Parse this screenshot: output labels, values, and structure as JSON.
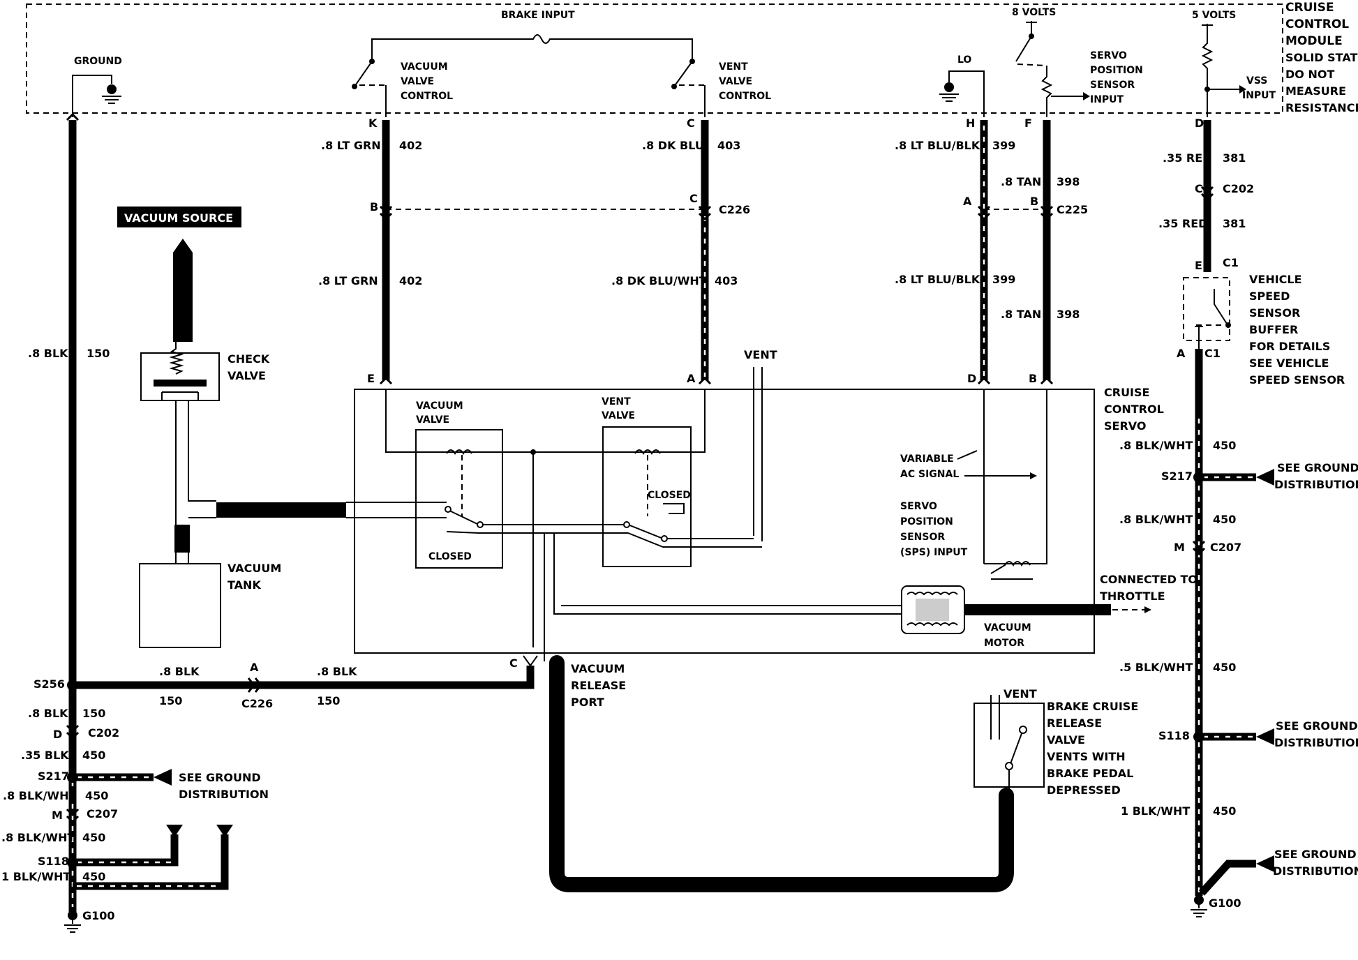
{
  "module": {
    "title_lines": [
      "CRUISE",
      "CONTROL",
      "MODULE"
    ],
    "note_lines": [
      "SOLID STATE",
      "DO NOT",
      "MEASURE",
      "RESISTANCE"
    ],
    "brake_input": "BRAKE INPUT",
    "ground": "GROUND",
    "vacuum_valve_control": [
      "VACUUM",
      "VALVE",
      "CONTROL"
    ],
    "vent_valve_control": [
      "VENT",
      "VALVE",
      "CONTROL"
    ],
    "lo": "LO",
    "eight_volts": "8 VOLTS",
    "servo_position_sensor_input": [
      "SERVO",
      "POSITION",
      "SENSOR",
      "INPUT"
    ],
    "five_volts": "5 VOLTS",
    "vss_input": [
      "VSS",
      "INPUT"
    ]
  },
  "pins": {
    "k": "K",
    "c_top": "C",
    "h": "H",
    "f": "F",
    "d_top": "D",
    "b_c226": "B",
    "c_c226": "C",
    "a_c225": "A",
    "b_c225": "B",
    "c_c202": "C",
    "e_servo": "E",
    "a_servo": "A",
    "d_servo": "D",
    "b_servo": "B",
    "e_c1": "E",
    "a_c1": "A",
    "c_vent_port": "C",
    "a_c226_bottom": "A",
    "d_c202": "D",
    "m_c207_left": "M",
    "m_c207_right": "M"
  },
  "connectors": {
    "c226": "C226",
    "c225": "C225",
    "c202": "C202",
    "c1": "C1",
    "c207": "C207"
  },
  "splices": {
    "s256": "S256",
    "s217": "S217",
    "s118": "S118"
  },
  "grounds": {
    "g100": "G100"
  },
  "wires": {
    "w402_a": [
      ".8 LT GRN",
      "402"
    ],
    "w402_b": [
      ".8 LT GRN",
      "402"
    ],
    "w403_a": [
      ".8 DK BLU",
      "403"
    ],
    "w403_b": [
      ".8 DK BLU/WHT",
      "403"
    ],
    "w399_a": [
      ".8 LT BLU/BLK",
      "399"
    ],
    "w399_b": [
      ".8 LT BLU/BLK",
      "399"
    ],
    "w398_a": [
      ".8 TAN",
      "398"
    ],
    "w398_b": [
      ".8 TAN",
      "398"
    ],
    "w381_a": [
      ".35 RED",
      "381"
    ],
    "w381_b": [
      ".35 RED",
      "381"
    ],
    "w150_main": [
      ".8 BLK",
      "150"
    ],
    "w150_h1": [
      ".8 BLK",
      "150"
    ],
    "w150_h2": [
      ".8 BLK",
      "150"
    ],
    "w150_low": [
      ".8 BLK",
      "150"
    ],
    "w450_l1": [
      ".35 BLK",
      "450"
    ],
    "w450_l2": [
      ".8 BLK/WHT",
      "450"
    ],
    "w450_l3": [
      ".8 BLK/WHT",
      "450"
    ],
    "w450_l4": [
      "1 BLK/WHT",
      "450"
    ],
    "w450_r1": [
      ".8 BLK/WHT",
      "450"
    ],
    "w450_r2": [
      ".8 BLK/WHT",
      "450"
    ],
    "w450_r3": [
      ".5 BLK/WHT",
      "450"
    ],
    "w450_r4": [
      "1 BLK/WHT",
      "450"
    ]
  },
  "components": {
    "vacuum_source": "VACUUM SOURCE",
    "check_valve": [
      "CHECK",
      "VALVE"
    ],
    "vacuum_tank": [
      "VACUUM",
      "TANK"
    ],
    "vent": "VENT",
    "vent_brake": "VENT",
    "vacuum_valve": [
      "VACUUM",
      "VALVE"
    ],
    "vent_valve": [
      "VENT",
      "VALVE"
    ],
    "closed_left": "CLOSED",
    "closed_right": "CLOSED",
    "servo": [
      "CRUISE",
      "CONTROL",
      "SERVO"
    ],
    "variable_ac": [
      "VARIABLE",
      "AC SIGNAL"
    ],
    "sps": [
      "SERVO",
      "POSITION",
      "SENSOR",
      "(SPS) INPUT"
    ],
    "connected_throttle": [
      "CONNECTED TO",
      "THROTTLE"
    ],
    "vacuum_motor": [
      "VACUUM",
      "MOTOR"
    ],
    "vacuum_release_port": [
      "VACUUM",
      "RELEASE",
      "PORT"
    ],
    "brake_release_valve": [
      "BRAKE CRUISE",
      "RELEASE",
      "VALVE"
    ],
    "brake_release_note": [
      "VENTS WITH",
      "BRAKE PEDAL",
      "DEPRESSED"
    ],
    "vss_buffer": [
      "VEHICLE",
      "SPEED",
      "SENSOR",
      "BUFFER"
    ],
    "vss_buffer_note": [
      "FOR DETAILS",
      "SEE VEHICLE",
      "SPEED SENSOR"
    ],
    "see_ground_distribution": [
      "SEE GROUND",
      "DISTRIBUTION"
    ]
  }
}
